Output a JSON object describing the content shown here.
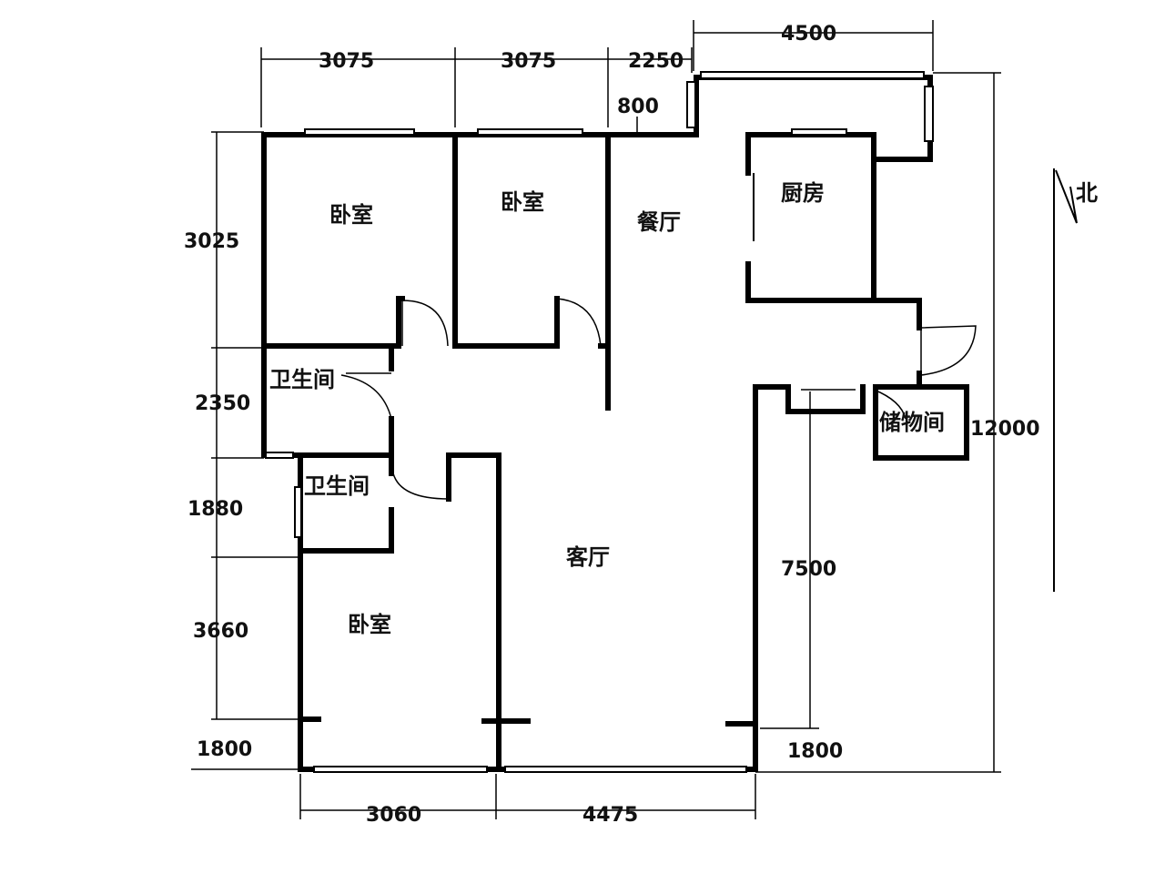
{
  "rooms": {
    "bedroom_1": "卧室",
    "bedroom_2": "卧室",
    "bedroom_3": "卧室",
    "dining": "餐厅",
    "kitchen": "厨房",
    "bathroom_1": "卫生间",
    "bathroom_2": "卫生间",
    "storage": "储物间",
    "living": "客厅"
  },
  "north_label": "北",
  "dimensions": {
    "top_1": "3075",
    "top_2": "3075",
    "top_3": "2250",
    "top_4": "4500",
    "top_800": "800",
    "left_1": "3025",
    "left_2": "2350",
    "left_3": "1880",
    "left_4": "3660",
    "left_5": "1800",
    "bottom_1": "3060",
    "bottom_2": "4475",
    "right_total": "12000",
    "right_7500": "7500",
    "right_1800": "1800"
  }
}
